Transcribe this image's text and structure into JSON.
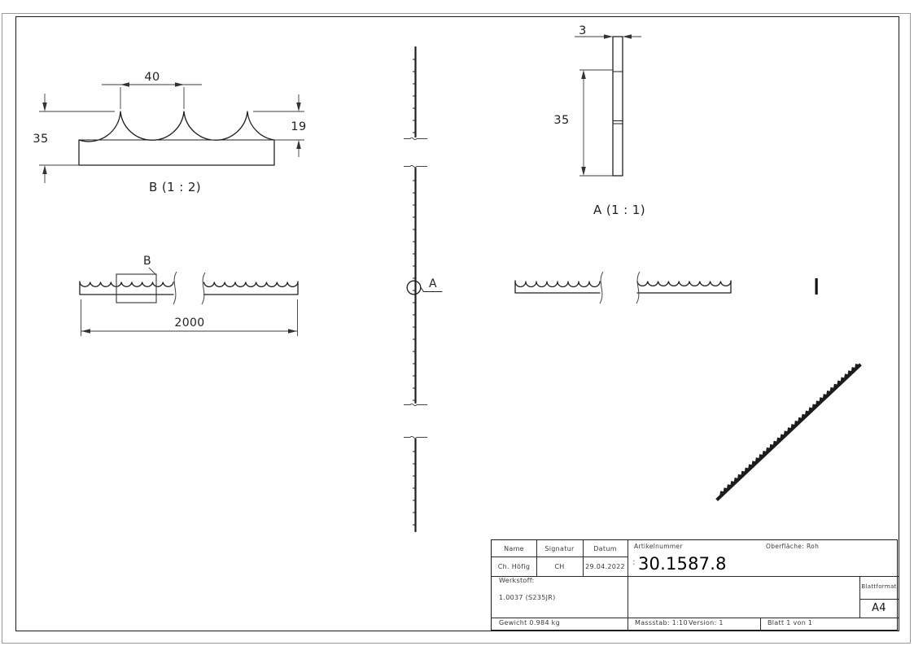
{
  "drawing": {
    "detail_view": {
      "label": "B (1 : 2)",
      "marker": "B",
      "dim_tooth_pitch": "40",
      "dim_total_height": "35",
      "dim_tooth_height": "19"
    },
    "section_view": {
      "label": "A (1 : 1)",
      "marker": "A",
      "dim_thickness": "3",
      "dim_height": "35"
    },
    "front_view": {
      "dim_length": "2000"
    }
  },
  "title_block": {
    "headers": {
      "name": "Name",
      "signatur": "Signatur",
      "datum": "Datum"
    },
    "name": "Ch. Höfig",
    "signatur": "CH",
    "datum": "29.04.2022",
    "artikelnummer_label": "Artikelnummer",
    "artikelnummer_cursor": ":",
    "artikelnummer": "30.1587.8",
    "oberflaeche_label": "Oberfläche:",
    "oberflaeche_value": "Roh",
    "werkstoff_label": "Werkstoff:",
    "werkstoff_value": "1.0037 (S235JR)",
    "gewicht": "Gewicht 0.984 kg",
    "massstab": "Massstab: 1:10",
    "version": "Version: 1",
    "blatt": "Blatt 1 von 1",
    "blattformat_label": "Blattformat",
    "blattformat_value": "A4"
  }
}
